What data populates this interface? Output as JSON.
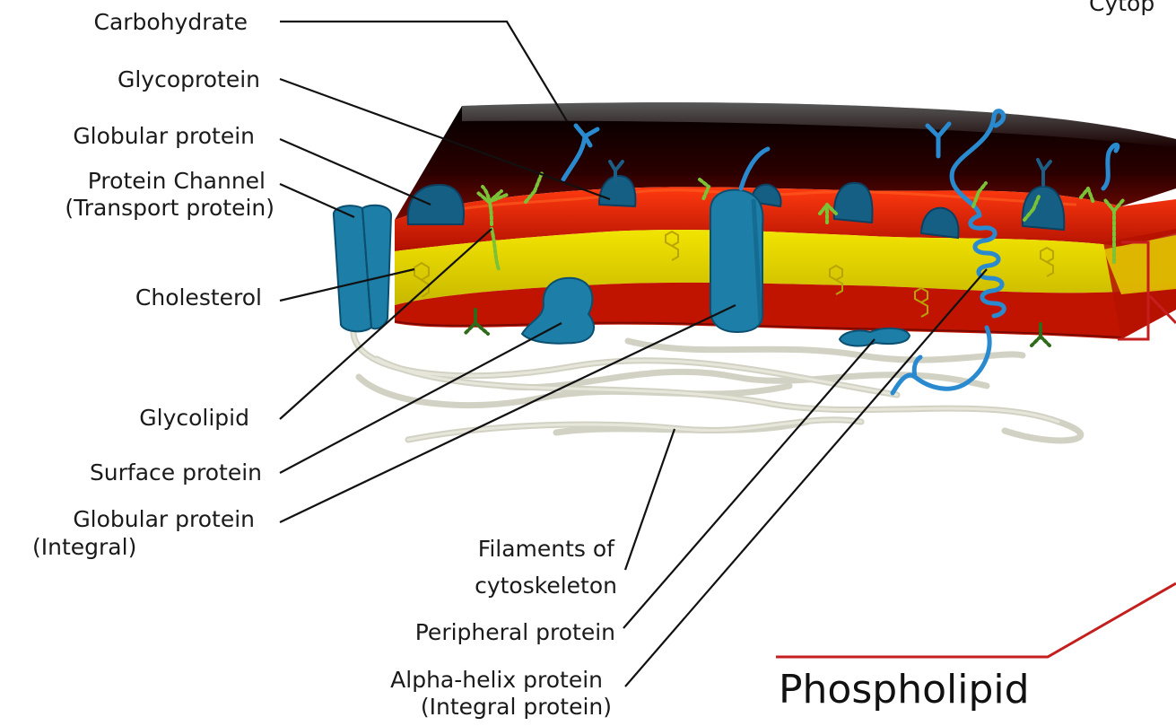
{
  "labels": {
    "carbohydrate": "Carbohydrate",
    "glycoprotein": "Glycoprotein",
    "globular_protein": "Globular protein",
    "protein_channel_1": "Protein Channel",
    "protein_channel_2": "(Transport protein)",
    "cholesterol": "Cholesterol",
    "glycolipid": "Glycolipid",
    "surface_protein": "Surface protein",
    "globular_integral_1": "Globular protein",
    "globular_integral_2": "(Integral)",
    "filaments_1": "Filaments of",
    "filaments_2": "cytoskeleton",
    "peripheral_protein": "Peripheral protein",
    "alpha_helix_1": "Alpha-helix protein",
    "alpha_helix_2": "(Integral protein)",
    "cytoplasm_partial": "Cytop",
    "phospholipid": "Phospholipid"
  },
  "colors": {
    "outer_layer": "#1a0000",
    "head_layer": "#d41a00",
    "tail_layer": "#e0d200",
    "protein": "#1d7fa8",
    "glycolipid_chain": "#7cc236",
    "filament": "#d2d2c4",
    "callout": "#c41e1e"
  }
}
